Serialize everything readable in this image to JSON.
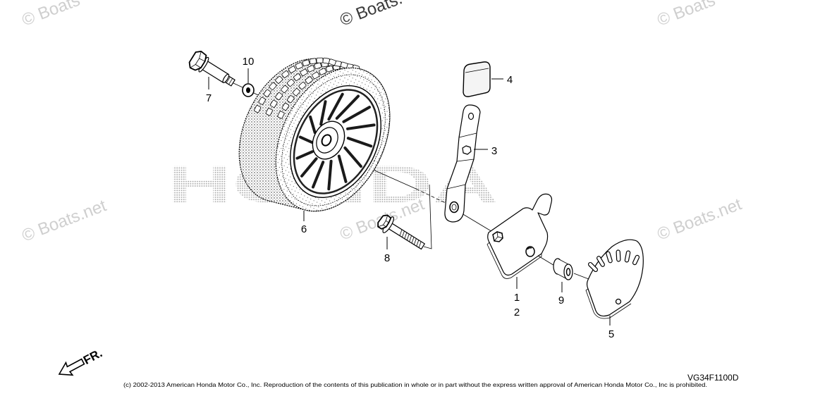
{
  "watermarks": [
    "© Boats",
    "© Boats.",
    "© Boats",
    "© Boats.net",
    "© Boats.net",
    "© Boats.net"
  ],
  "logo_text": "HONDA",
  "part_labels": {
    "p1": "1",
    "p2": "2",
    "p3": "3",
    "p4": "4",
    "p5": "5",
    "p6": "6",
    "p7": "7",
    "p8": "8",
    "p9": "9",
    "p10": "10"
  },
  "direction_label": "FR.",
  "diagram_code": "VG34F1100D",
  "copyright": "(c) 2002-2013 American Honda Motor Co., Inc. Reproduction of the contents of this publication in whole or in part without the express written approval of American Honda Motor Co., Inc is prohibited."
}
